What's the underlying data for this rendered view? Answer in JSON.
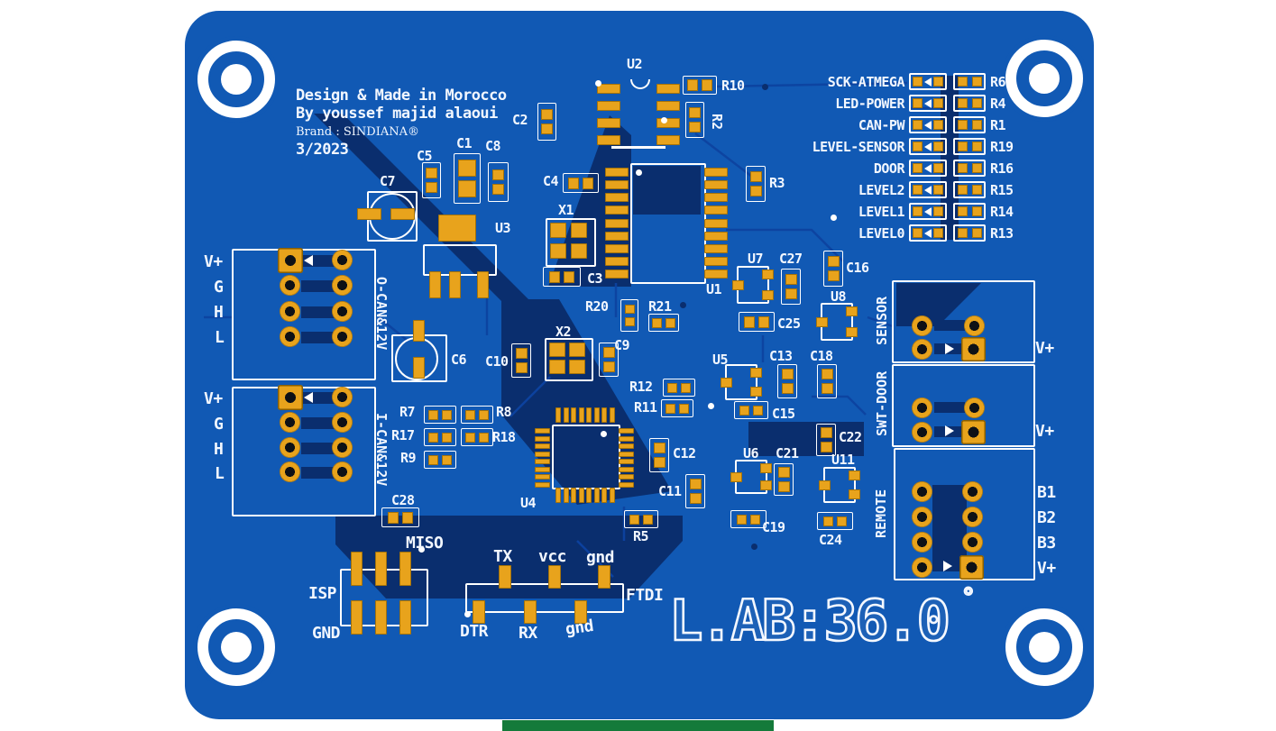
{
  "title_block": {
    "line1": "Design & Made in Morocco",
    "line2": "By youssef majid alaoui",
    "line3": "Brand : SINDIANA®",
    "line4": "3/2023"
  },
  "logo": {
    "text": "L.AB:36.0",
    "degree": "°"
  },
  "signals": [
    {
      "net": "SCK-ATMEGA",
      "ref": "R6"
    },
    {
      "net": "LED-POWER",
      "ref": "R4"
    },
    {
      "net": "CAN-PW",
      "ref": "R1"
    },
    {
      "net": "LEVEL-SENSOR",
      "ref": "R19"
    },
    {
      "net": "DOOR",
      "ref": "R16"
    },
    {
      "net": "LEVEL2",
      "ref": "R15"
    },
    {
      "net": "LEVEL1",
      "ref": "R14"
    },
    {
      "net": "LEVEL0",
      "ref": "R13"
    }
  ],
  "connectors": {
    "ocan": {
      "name": "O-CAN&12V",
      "pins": [
        "V+",
        "G",
        "H",
        "L"
      ]
    },
    "ican": {
      "name": "I-CAN&12V",
      "pins": [
        "V+",
        "G",
        "H",
        "L"
      ]
    },
    "sensor": {
      "name": "SENSOR",
      "vplus": "V+"
    },
    "swt_door": {
      "name": "SWT-DOOR",
      "vplus": "V+"
    },
    "remote": {
      "name": "REMOTE",
      "pins": [
        "B1",
        "B2",
        "B3",
        "V+"
      ]
    },
    "isp": {
      "name": "ISP",
      "miso": "MISO",
      "gnd": "GND"
    },
    "ftdi": {
      "name": "FTDI",
      "tx": "TX",
      "vcc": "vcc",
      "gnd_top": "gnd",
      "dtr": "DTR",
      "rx": "RX",
      "gnd_bottom": "gnd"
    }
  },
  "refs": {
    "u1": "U1",
    "u2": "U2",
    "u3": "U3",
    "u4": "U4",
    "u5": "U5",
    "u6": "U6",
    "u7": "U7",
    "u8": "U8",
    "u11": "U11",
    "x1": "X1",
    "x2": "X2",
    "c1": "C1",
    "c2": "C2",
    "c3": "C3",
    "c4": "C4",
    "c5": "C5",
    "c6": "C6",
    "c7": "C7",
    "c8": "C8",
    "c9": "C9",
    "c10": "C10",
    "c11": "C11",
    "c12": "C12",
    "c13": "C13",
    "c15": "C15",
    "c16": "C16",
    "c18": "C18",
    "c19": "C19",
    "c21": "C21",
    "c22": "C22",
    "c24": "C24",
    "c25": "C25",
    "c27": "C27",
    "c28": "C28",
    "r2": "R2",
    "r3": "R3",
    "r5": "R5",
    "r7": "R7",
    "r8": "R8",
    "r9": "R9",
    "r10": "R10",
    "r11": "R11",
    "r12": "R12",
    "r17": "R17",
    "r18": "R18",
    "r20": "R20",
    "r21": "R21"
  },
  "colors": {
    "board": "#1159B4",
    "pour_dark": "#0A2E6E",
    "trace": "#0D43A0",
    "pad_gold": "#E8A31C",
    "silkscreen": "#FFFFFF"
  }
}
